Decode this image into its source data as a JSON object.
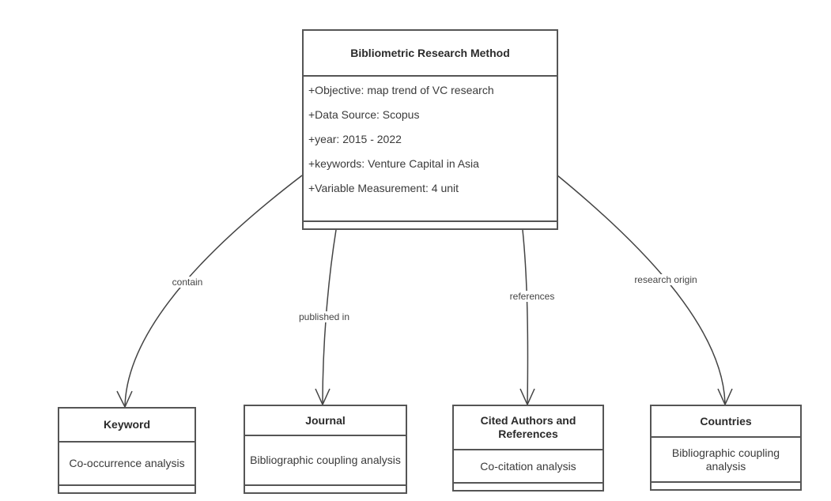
{
  "diagram": {
    "main": {
      "title": "Bibliometric Research Method",
      "attributes": [
        "+Objective: map trend of VC research",
        "+Data Source: Scopus",
        "+year: 2015 - 2022",
        "+keywords: Venture Capital in Asia",
        "+Variable Measurement: 4 unit"
      ]
    },
    "children": [
      {
        "title": "Keyword",
        "body": "Co-occurrence analysis"
      },
      {
        "title": "Journal",
        "body": "Bibliographic coupling analysis"
      },
      {
        "title": "Cited Authors and References",
        "body": "Co-citation analysis"
      },
      {
        "title": "Countries",
        "body": "Bibliographic coupling analysis"
      }
    ],
    "edges": [
      {
        "from": "Bibliometric Research Method",
        "to": "Keyword",
        "label": "contain"
      },
      {
        "from": "Bibliometric Research Method",
        "to": "Journal",
        "label": "published in"
      },
      {
        "from": "Bibliometric Research Method",
        "to": "Cited Authors and References",
        "label": "references"
      },
      {
        "from": "Bibliometric Research Method",
        "to": "Countries",
        "label": "research origin"
      }
    ],
    "colors": {
      "stroke": "#555555",
      "text": "#333333",
      "background": "#ffffff"
    }
  }
}
